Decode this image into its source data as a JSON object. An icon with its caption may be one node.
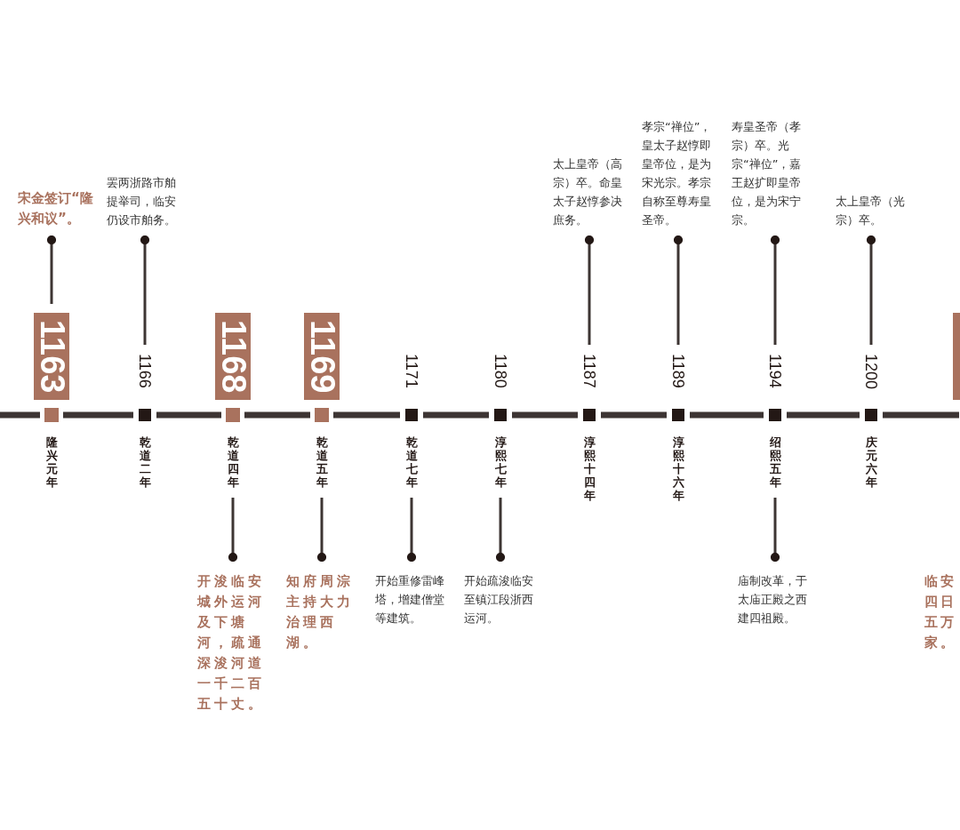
{
  "diagram": {
    "nodes": [
      {
        "text": [
          "1163",
          "隆兴元年"
        ]
      },
      {
        "text": [
          "宋金签订“隆兴和议”。"
        ]
      },
      {
        "text": [
          "1166",
          "乾道二年"
        ]
      },
      {
        "text": [
          "罢两浙路市舶提举司，临安仍设市舶务。"
        ]
      },
      {
        "text": [
          "1168",
          "乾道四年"
        ]
      },
      {
        "text": [
          "开浚临安城外运河及下塘河，疏通深浚河道一千二百五十丈。"
        ]
      },
      {
        "text": [
          "1169",
          "乾道五年"
        ]
      },
      {
        "text": [
          "知府周淙主持大力治理西湖。"
        ]
      },
      {
        "text": [
          "1171",
          "乾道七年"
        ]
      },
      {
        "text": [
          "开始重修雷峰塔，增建僧堂等建筑。"
        ]
      },
      {
        "text": [
          "1180",
          "淳熙七年"
        ]
      },
      {
        "text": [
          "开始疏浚临安至镇江段浙西运河。"
        ]
      },
      {
        "text": [
          "1187",
          "淳熙十四年"
        ]
      },
      {
        "text": [
          "太上皇帝（高宗）卒。命皇太子赵惇参决庶务。"
        ]
      },
      {
        "text": [
          "1189",
          "淳熙十六年"
        ]
      },
      {
        "text": [
          "孝宗“禅位”，皇太子赵惇即皇帝位，是为宋光宗。孝宗自称至尊寿皇圣帝。"
        ]
      },
      {
        "text": [
          "1194",
          "绍熙五年"
        ]
      },
      {
        "text": [
          "寿皇圣帝（孝宗）卒。光宗“禅位”，嘉王赵扩即皇帝位，是为宋宁宗。"
        ]
      },
      {
        "text": [
          "庙制改革，于太庙正殿之西建四祖殿。"
        ]
      },
      {
        "text": [
          "1200",
          "庆元六年"
        ]
      },
      {
        "text": [
          "太上皇帝（光宗）卒。"
        ]
      },
      {
        "text": [],
        "shape": "box"
      }
    ],
    "edges": [
      {
        "from": 1,
        "to": 0,
        "arrow": "other"
      },
      {
        "from": 3,
        "to": 2,
        "arrow": "other"
      },
      {
        "from": 5,
        "to": 4,
        "arrow": "other"
      },
      {
        "from": 7,
        "to": 6,
        "arrow": "other"
      },
      {
        "from": 9,
        "to": 8,
        "arrow": "other"
      },
      {
        "from": 11,
        "to": 10,
        "arrow": "other"
      },
      {
        "from": 13,
        "to": 12,
        "arrow": "other"
      },
      {
        "from": 15,
        "to": 14,
        "arrow": "other"
      },
      {
        "from": 17,
        "to": 16,
        "arrow": "other"
      },
      {
        "from": 18,
        "to": 16,
        "arrow": "other"
      },
      {
        "from": 20,
        "to": 19,
        "arrow": "other"
      }
    ],
    "labels": [
      "临安四日五万家。"
    ]
  }
}
